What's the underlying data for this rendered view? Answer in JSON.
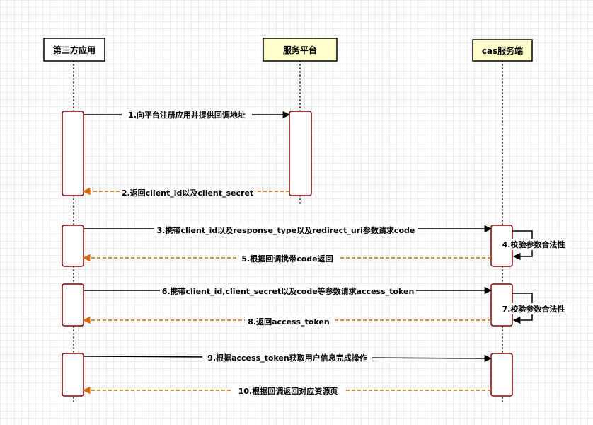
{
  "actors": [
    {
      "id": "third_party",
      "label": "第三方应用",
      "fill": "#ffffff"
    },
    {
      "id": "platform",
      "label": "服务平台",
      "fill": "#ffffcc"
    },
    {
      "id": "cas",
      "label": "cas服务端",
      "fill": "#ffffcc"
    }
  ],
  "messages": [
    {
      "label": "1.向平台注册应用并提供回调地址",
      "from": "third_party",
      "to": "platform",
      "style": "solid"
    },
    {
      "label": "2.返回client_id以及client_secret",
      "from": "platform",
      "to": "third_party",
      "style": "dashed"
    },
    {
      "label": "3.携带client_id以及response_type以及redirect_uri参数请求code",
      "from": "third_party",
      "to": "cas",
      "style": "solid"
    },
    {
      "label": "4.校验参数合法性",
      "from": "cas",
      "to": "cas",
      "style": "self"
    },
    {
      "label": "5.根据回调携带code返回",
      "from": "cas",
      "to": "third_party",
      "style": "dashed"
    },
    {
      "label": "6.携带client_id,client_secret以及code等参数请求access_token",
      "from": "third_party",
      "to": "cas",
      "style": "solid"
    },
    {
      "label": "7.校验参数合法性",
      "from": "cas",
      "to": "cas",
      "style": "self"
    },
    {
      "label": "8.返回access_token",
      "from": "cas",
      "to": "third_party",
      "style": "dashed"
    },
    {
      "label": "9.根据access_token获取用户信息完成操作",
      "from": "third_party",
      "to": "cas",
      "style": "solid"
    },
    {
      "label": "10.根据回调返回对应资源页",
      "from": "cas",
      "to": "third_party",
      "style": "dashed"
    }
  ],
  "colors": {
    "activation_border": "#8b0000",
    "return_arrow": "#d46a0a",
    "participant_highlight": "#ffffcc"
  }
}
